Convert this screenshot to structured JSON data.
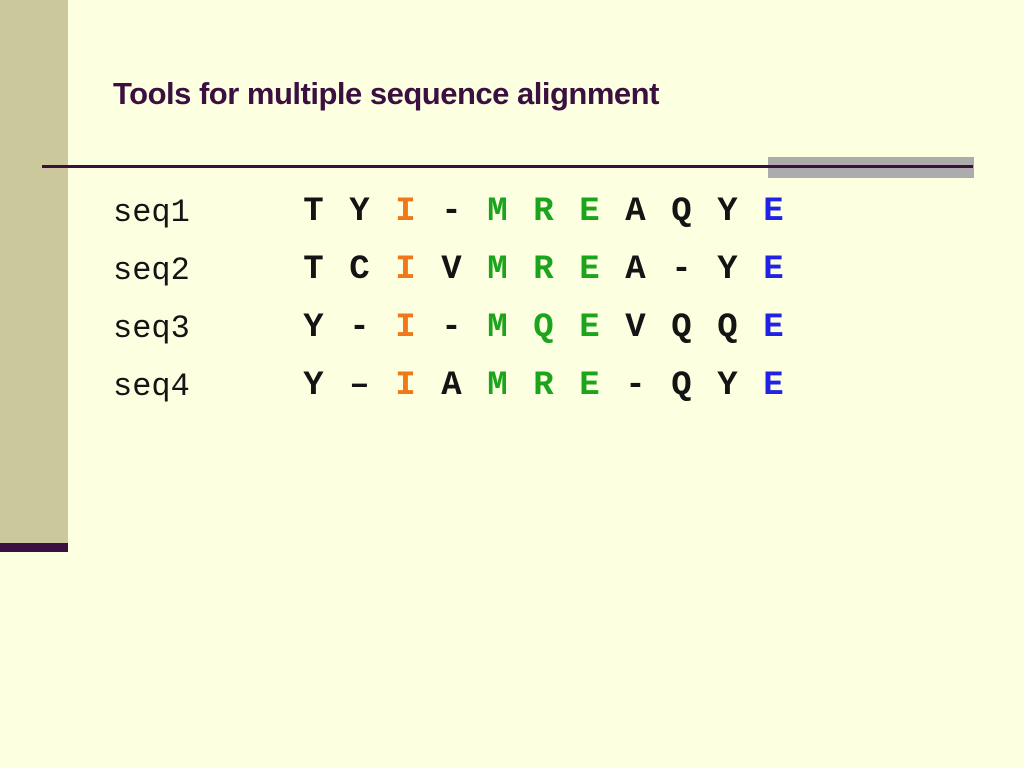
{
  "slide": {
    "title": "Tools for multiple sequence alignment"
  },
  "colors": {
    "background": "#FDFFE1",
    "sidebar": "#CBC99B",
    "accent": "#3B1040",
    "gray_bar": "#ACACAC",
    "residue_black": "#141414",
    "residue_orange": "#F07818",
    "residue_green": "#1CA41C",
    "residue_blue": "#2222E6"
  },
  "alignment": {
    "rows": [
      {
        "label": "seq1",
        "residues": [
          {
            "ch": "T",
            "color": "black"
          },
          {
            "ch": "Y",
            "color": "black"
          },
          {
            "ch": "I",
            "color": "orange"
          },
          {
            "ch": "-",
            "color": "black"
          },
          {
            "ch": "M",
            "color": "green"
          },
          {
            "ch": "R",
            "color": "green"
          },
          {
            "ch": "E",
            "color": "green"
          },
          {
            "ch": "A",
            "color": "black"
          },
          {
            "ch": "Q",
            "color": "black"
          },
          {
            "ch": "Y",
            "color": "black"
          },
          {
            "ch": "E",
            "color": "blue"
          }
        ]
      },
      {
        "label": "seq2",
        "residues": [
          {
            "ch": "T",
            "color": "black"
          },
          {
            "ch": "C",
            "color": "black"
          },
          {
            "ch": "I",
            "color": "orange"
          },
          {
            "ch": "V",
            "color": "black"
          },
          {
            "ch": "M",
            "color": "green"
          },
          {
            "ch": "R",
            "color": "green"
          },
          {
            "ch": "E",
            "color": "green"
          },
          {
            "ch": "A",
            "color": "black"
          },
          {
            "ch": "-",
            "color": "black"
          },
          {
            "ch": "Y",
            "color": "black"
          },
          {
            "ch": "E",
            "color": "blue"
          }
        ]
      },
      {
        "label": "seq3",
        "residues": [
          {
            "ch": "Y",
            "color": "black"
          },
          {
            "ch": "-",
            "color": "black"
          },
          {
            "ch": "I",
            "color": "orange"
          },
          {
            "ch": "-",
            "color": "black"
          },
          {
            "ch": "M",
            "color": "green"
          },
          {
            "ch": "Q",
            "color": "green"
          },
          {
            "ch": "E",
            "color": "green"
          },
          {
            "ch": "V",
            "color": "black"
          },
          {
            "ch": "Q",
            "color": "black"
          },
          {
            "ch": "Q",
            "color": "black"
          },
          {
            "ch": "E",
            "color": "blue"
          }
        ]
      },
      {
        "label": "seq4",
        "residues": [
          {
            "ch": "Y",
            "color": "black"
          },
          {
            "ch": "–",
            "color": "black"
          },
          {
            "ch": "I",
            "color": "orange"
          },
          {
            "ch": "A",
            "color": "black"
          },
          {
            "ch": "M",
            "color": "green"
          },
          {
            "ch": "R",
            "color": "green"
          },
          {
            "ch": "E",
            "color": "green"
          },
          {
            "ch": "-",
            "color": "black"
          },
          {
            "ch": "Q",
            "color": "black"
          },
          {
            "ch": "Y",
            "color": "black"
          },
          {
            "ch": "E",
            "color": "blue"
          }
        ]
      }
    ]
  }
}
